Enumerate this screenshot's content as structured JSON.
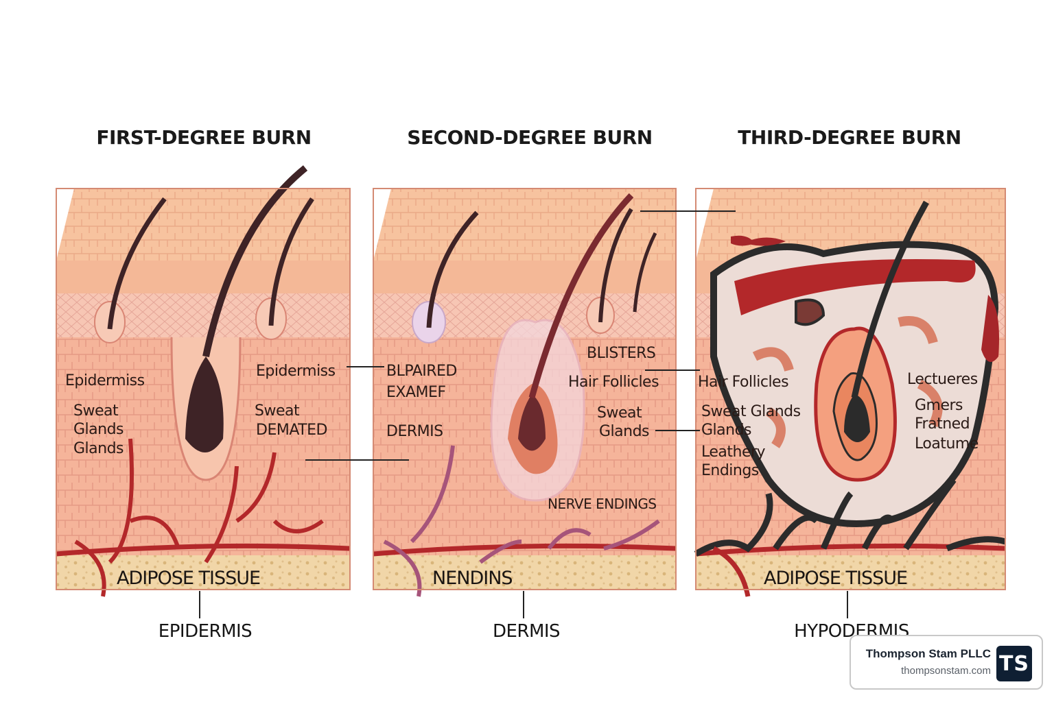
{
  "panels": [
    {
      "title": "FIRST-DEGREE BURN",
      "labels": [
        "Epidermiss",
        "Sweat",
        "Glands",
        "Glands",
        "Epidermiss",
        "Sweat",
        "DEMATED"
      ],
      "adipose": "ADIPOSE TISSUE",
      "bottom": "EPIDERMIS"
    },
    {
      "title": "SECOND-DEGREE BURN",
      "labels": [
        "BLPAIRED",
        "EXAMEF",
        "DERMIS",
        "BLISTERS",
        "Hair Follicles",
        "Sweat",
        "Glands",
        "NERVE ENDINGS"
      ],
      "adipose": "NENDINS",
      "bottom": "DERMIS"
    },
    {
      "title": "THIRD-DEGREE BURN",
      "labels": [
        "Hair Follicles",
        "Sweat Glands",
        "Glands",
        "Leathery",
        "Endings",
        "Lectueres",
        "Gmers",
        "Fratned",
        "Loatume"
      ],
      "adipose": "ADIPOSE TISSUE",
      "bottom": "HYPODERMIS"
    }
  ],
  "brand": {
    "name": "Thompson Stam PLLC",
    "url": "thompsonstam.com",
    "logo": "TS"
  },
  "colors": {
    "epidermis_top": "#f6c7a1",
    "dermis": "#f1a58f",
    "adipose": "#f0d5a6",
    "hair": "#3e2326",
    "vessel": "#b3282a",
    "char": "#2b2b2b"
  }
}
